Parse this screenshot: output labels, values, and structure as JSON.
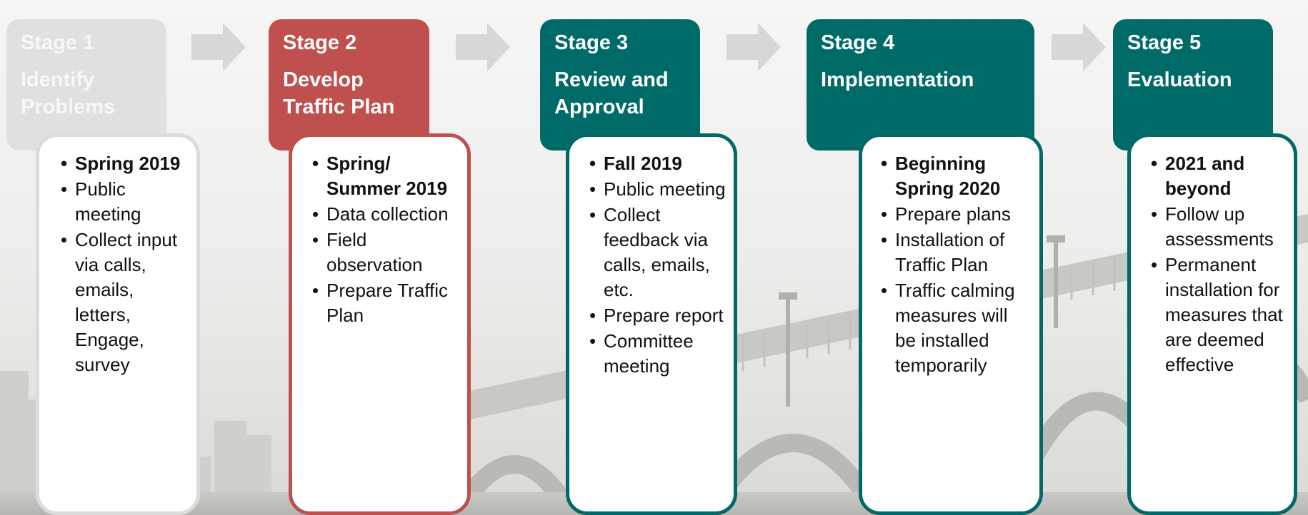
{
  "colors": {
    "stage1_header": "#e0e0e0",
    "stage2_header": "#c0504d",
    "teal_header": "#006a68",
    "stage1_border": "#dcdcdc",
    "arrow": "#d7d7d7"
  },
  "stages": [
    {
      "label": "Stage 1",
      "title": "Identify\nProblems",
      "items": [
        {
          "text": "Spring 2019",
          "bold": true
        },
        {
          "text": "Public meeting",
          "bold": false
        },
        {
          "text": "Collect input via calls, emails, letters, Engage, survey",
          "bold": false
        }
      ]
    },
    {
      "label": "Stage 2",
      "title": "Develop\nTraffic Plan",
      "items": [
        {
          "text": "Spring/ Summer 2019",
          "bold": true
        },
        {
          "text": "Data collection",
          "bold": false
        },
        {
          "text": "Field observation",
          "bold": false
        },
        {
          "text": "Prepare Traffic Plan",
          "bold": false
        }
      ]
    },
    {
      "label": "Stage 3",
      "title": "Review and\nApproval",
      "items": [
        {
          "text": "Fall 2019",
          "bold": true
        },
        {
          "text": "Public meeting",
          "bold": false
        },
        {
          "text": "Collect feedback via calls, emails, etc.",
          "bold": false
        },
        {
          "text": "Prepare report",
          "bold": false
        },
        {
          "text": "Committee meeting",
          "bold": false
        }
      ]
    },
    {
      "label": "Stage 4",
      "title": "Implementation",
      "items": [
        {
          "text": "Beginning Spring 2020",
          "bold": true
        },
        {
          "text": "Prepare plans",
          "bold": false
        },
        {
          "text": "Installation of Traffic Plan",
          "bold": false
        },
        {
          "text": "Traffic calming measures will be installed temporarily",
          "bold": false
        }
      ]
    },
    {
      "label": "Stage 5",
      "title": "Evaluation",
      "items": [
        {
          "text": "2021 and beyond",
          "bold": true
        },
        {
          "text": "Follow up assessments",
          "bold": false
        },
        {
          "text": "Permanent installation for measures that are deemed effective",
          "bold": false
        }
      ]
    }
  ]
}
